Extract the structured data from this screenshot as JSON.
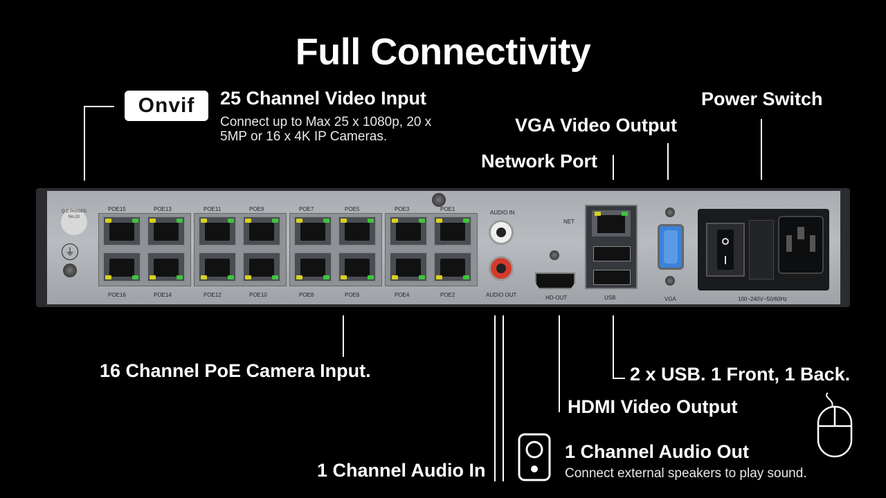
{
  "title": "Full Connectivity",
  "onvif": {
    "logo_text": "Onvif"
  },
  "video_input": {
    "title": "25 Channel Video Input",
    "description_line1": "Connect up to Max 25 x 1080p, 20 x",
    "description_line2": "5MP or 16 x 4K IP Cameras."
  },
  "labels": {
    "vga": "VGA Video Output",
    "network": "Network Port",
    "power": "Power Switch",
    "poe": "16 Channel PoE Camera Input.",
    "usb": "2 x USB. 1 Front, 1 Back.",
    "hdmi": "HDMI Video Output",
    "audio_in": "1 Channel Audio In",
    "audio_out": "1 Channel Audio Out",
    "audio_out_desc": "Connect external speakers to play sound."
  },
  "device_labels": {
    "poe_top": [
      "POE15",
      "POE13",
      "POE11",
      "POE9",
      "POE7",
      "POE5",
      "POE3",
      "POE1"
    ],
    "poe_bottom": [
      "POE16",
      "POE14",
      "POE12",
      "POE10",
      "POE8",
      "POE6",
      "POE4",
      "POE2"
    ],
    "audio_in": "AUDIO IN",
    "audio_out": "AUDIO OUT",
    "hd_out": "HD-OUT",
    "net": "NET",
    "usb": "USB",
    "vga": "VGA",
    "power_rating": "100~240V~50/60Hz",
    "seal": "Q.C PASSED No.10"
  },
  "colors": {
    "led_yellow": "#d8d020",
    "led_green": "#3fc43f",
    "audio_red": "#d23a2a"
  }
}
